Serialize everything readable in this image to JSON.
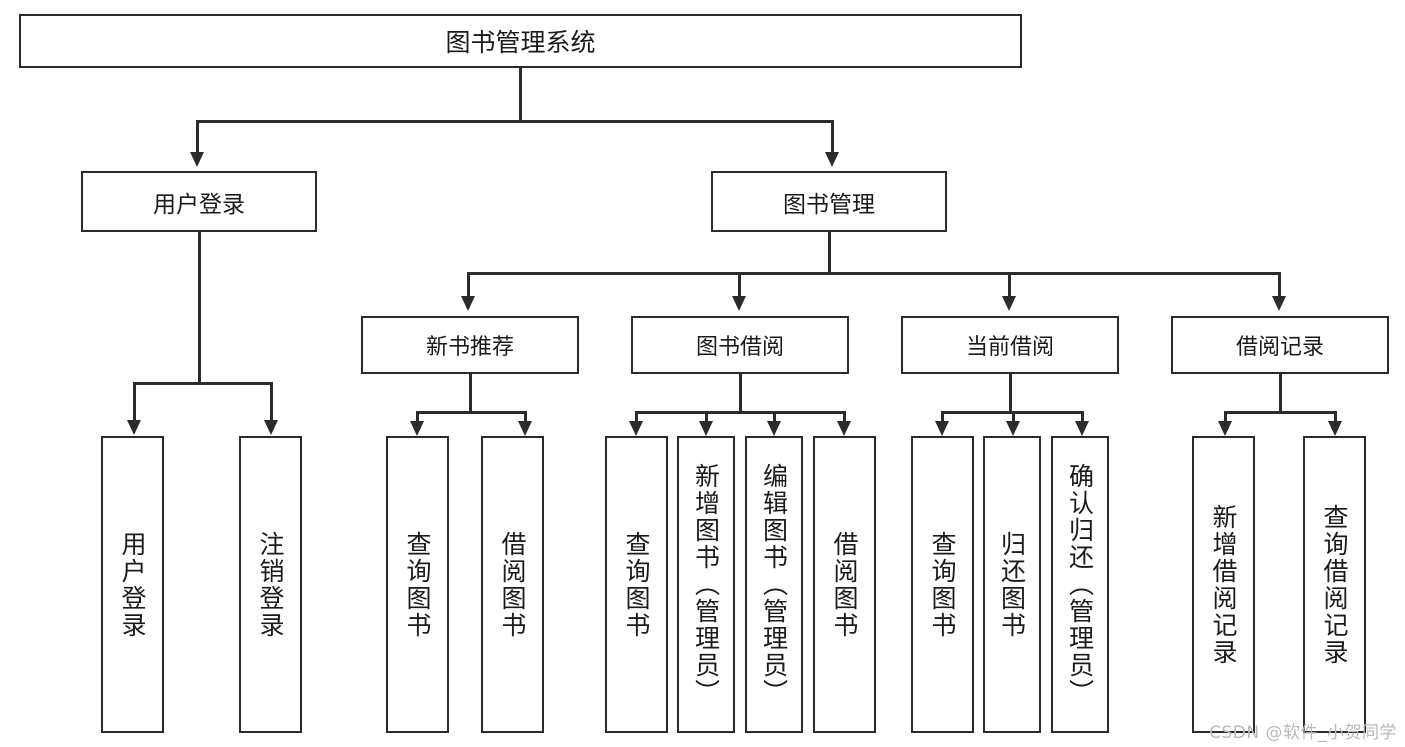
{
  "diagram": {
    "type": "tree-hierarchy-chart",
    "title": "图书管理系统",
    "orientation": "top-down",
    "colors": {
      "box_border": "#2b2b2b",
      "box_fill": "#ffffff",
      "text": "#1b1b1b",
      "connector": "#2b2b2b",
      "background": "#ffffff",
      "watermark": "#b9b9b9"
    },
    "root": {
      "label": "图书管理系统"
    },
    "level2": [
      {
        "id": "user-login",
        "label": "用户登录"
      },
      {
        "id": "book-manage",
        "label": "图书管理"
      }
    ],
    "level3": [
      {
        "id": "new-book-recommend",
        "label": "新书推荐",
        "parent": "book-manage"
      },
      {
        "id": "book-borrow",
        "label": "图书借阅",
        "parent": "book-manage"
      },
      {
        "id": "current-borrow",
        "label": "当前借阅",
        "parent": "book-manage"
      },
      {
        "id": "borrow-record",
        "label": "借阅记录",
        "parent": "book-manage"
      }
    ],
    "leaves": {
      "user_login": [
        {
          "id": "leaf-user-login",
          "label": "用户登录"
        },
        {
          "id": "leaf-logout",
          "label": "注销登录"
        }
      ],
      "new_book_recommend": [
        {
          "id": "leaf-query-book-1",
          "label": "查询图书"
        },
        {
          "id": "leaf-borrow-book-1",
          "label": "借阅图书"
        }
      ],
      "book_borrow": [
        {
          "id": "leaf-query-book-2",
          "label": "查询图书"
        },
        {
          "id": "leaf-add-book",
          "label": "新增图书（管理员）"
        },
        {
          "id": "leaf-edit-book",
          "label": "编辑图书（管理员）"
        },
        {
          "id": "leaf-borrow-book-2",
          "label": "借阅图书"
        }
      ],
      "current_borrow": [
        {
          "id": "leaf-query-book-3",
          "label": "查询图书"
        },
        {
          "id": "leaf-return-book",
          "label": "归还图书"
        },
        {
          "id": "leaf-confirm-return",
          "label": "确认归还（管理员）"
        }
      ],
      "borrow_record": [
        {
          "id": "leaf-add-record",
          "label": "新增借阅记录"
        },
        {
          "id": "leaf-query-record",
          "label": "查询借阅记录"
        }
      ]
    }
  },
  "watermark": {
    "text": "CSDN @软件_小贺同学"
  }
}
